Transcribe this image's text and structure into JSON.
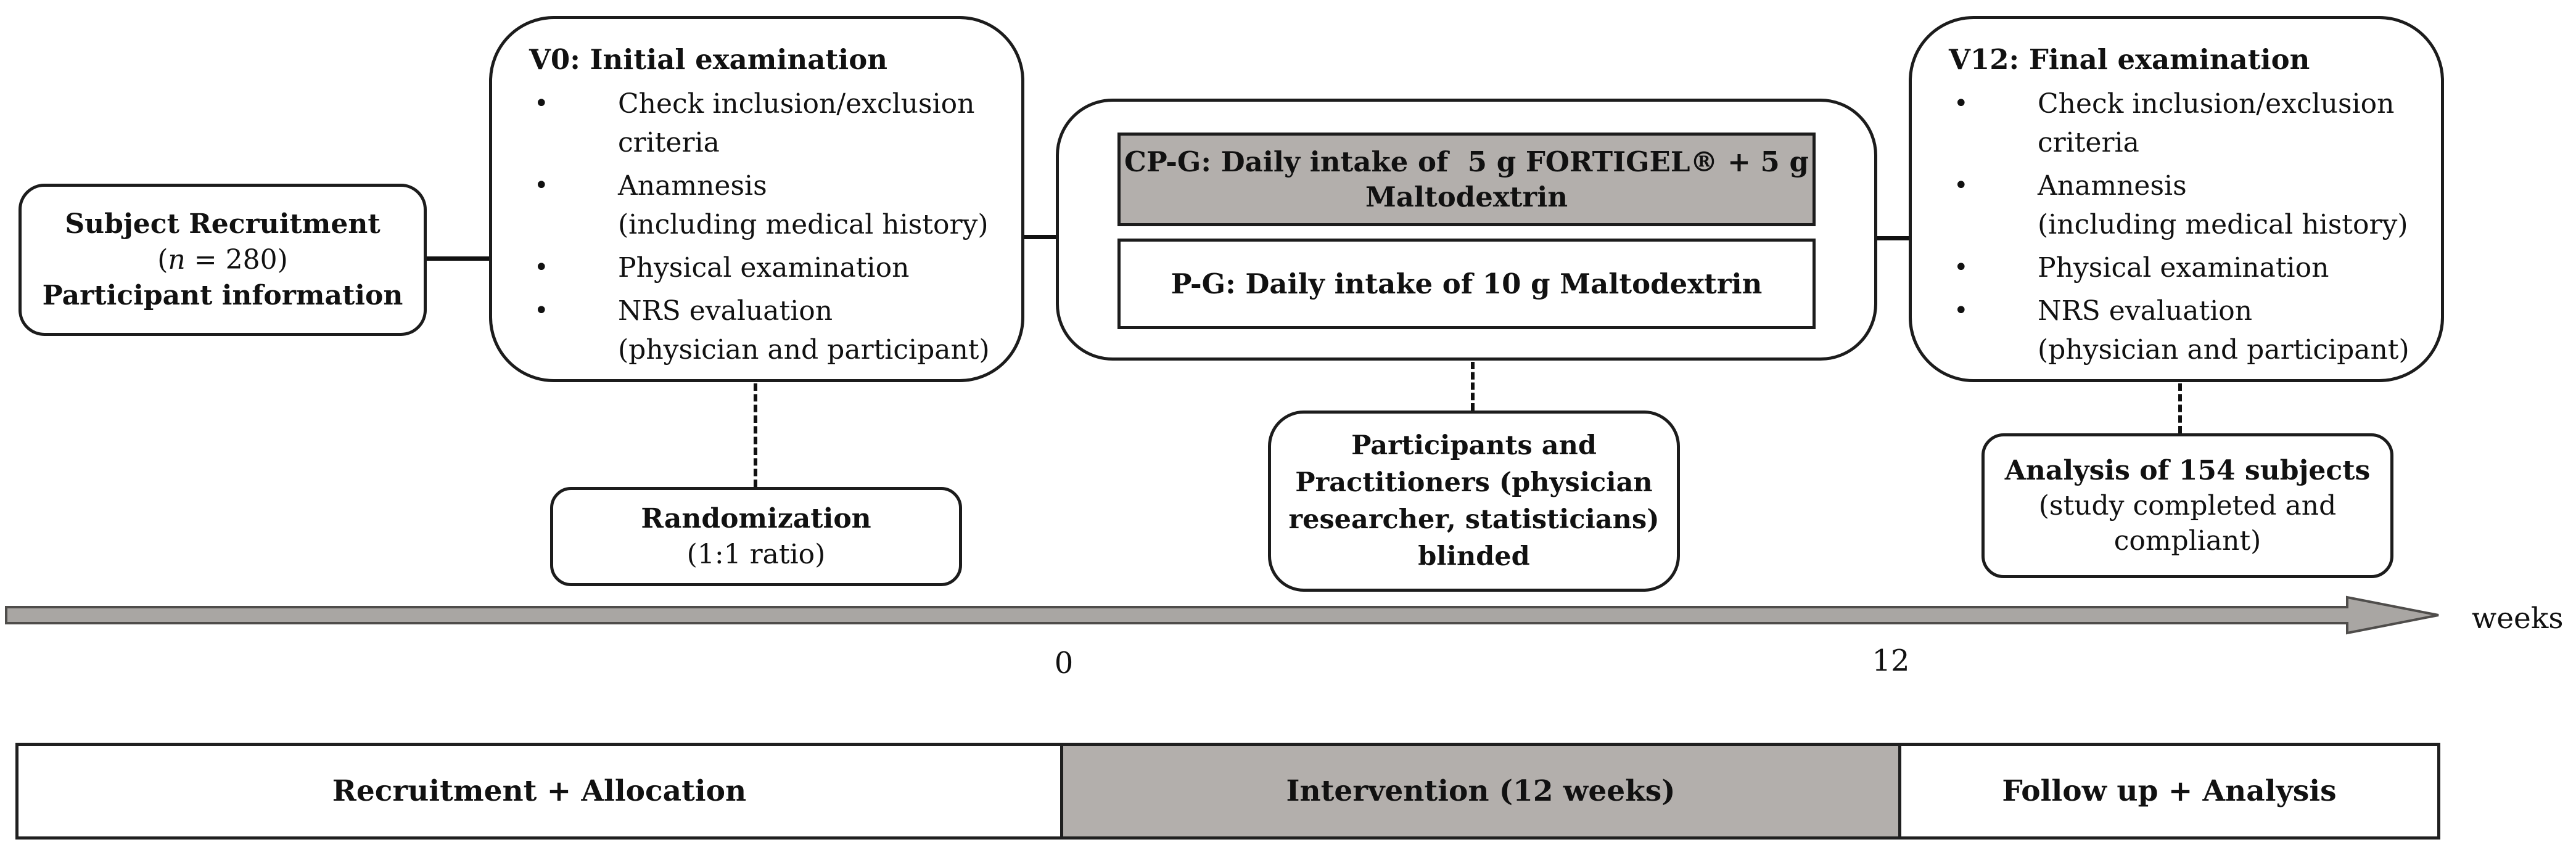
{
  "figure": {
    "background": "#ffffff",
    "gray_fill": "#b3afac",
    "border_color": "#1c1c1c"
  },
  "recruitment_box": {
    "line1": "Subject Recruitment",
    "line2_open": "(",
    "line2_n": "n",
    "line2_rest": " = 280)",
    "line3": "Participant information"
  },
  "v0_box": {
    "title": "V0: Initial examination",
    "bullet": "•",
    "items": [
      "Check inclusion/exclusion\ncriteria",
      "Anamnesis\n(including medical history)",
      "Physical examination",
      "NRS evaluation\n(physician and participant)"
    ]
  },
  "intervention": {
    "cpg_label": "CP-G: Daily intake of  5 g FORTIGEL® + 5 g\nMaltodextrin",
    "pg_label": "P-G: Daily intake of 10 g Maltodextrin"
  },
  "v12_box": {
    "title": "V12: Final examination",
    "bullet": "•",
    "items": [
      "Check inclusion/exclusion\ncriteria",
      "Anamnesis\n(including medical history)",
      "Physical examination",
      "NRS evaluation\n(physician and participant)"
    ]
  },
  "randomization_box": {
    "line1": "Randomization",
    "line2": "(1:1 ratio)"
  },
  "blinded_box": {
    "text": "Participants and\nPractitioners (physician\nresearcher, statisticians)\nblinded"
  },
  "analysis_box": {
    "line1": "Analysis of 154 subjects",
    "line2": "(study completed and\ncompliant)"
  },
  "timeline": {
    "tick_0": "0",
    "tick_12": "12",
    "unit_label": "weeks"
  },
  "phase_bar": {
    "segments": [
      {
        "label": "Recruitment + Allocation"
      },
      {
        "label": "Intervention (12 weeks)"
      },
      {
        "label": "Follow up + Analysis"
      }
    ]
  }
}
